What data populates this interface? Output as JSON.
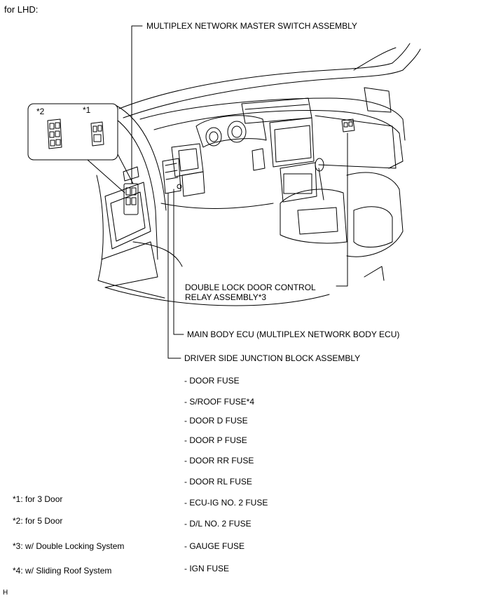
{
  "header": "for LHD:",
  "callouts": {
    "master_switch": "MULTIPLEX NETWORK MASTER SWITCH ASSEMBLY",
    "double_lock_line1": "DOUBLE LOCK DOOR CONTROL",
    "double_lock_line2": "RELAY ASSEMBLY*3",
    "main_body_ecu": "MAIN BODY ECU (MULTIPLEX NETWORK BODY ECU)",
    "junction_block": "DRIVER SIDE JUNCTION BLOCK ASSEMBLY"
  },
  "inset_labels": {
    "left": "*2",
    "right": "*1"
  },
  "fuses": [
    "- DOOR FUSE",
    "- S/ROOF FUSE*4",
    "- DOOR D FUSE",
    "- DOOR P FUSE",
    "- DOOR RR FUSE",
    "- DOOR RL FUSE",
    "- ECU-IG NO. 2 FUSE",
    "- D/L NO. 2 FUSE",
    "- GAUGE FUSE",
    "- IGN FUSE"
  ],
  "notes": [
    "*1: for 3 Door",
    "*2: for 5 Door",
    "*3: w/ Double Locking System",
    "*4: w/ Sliding Roof System"
  ],
  "corner_mark": "H"
}
